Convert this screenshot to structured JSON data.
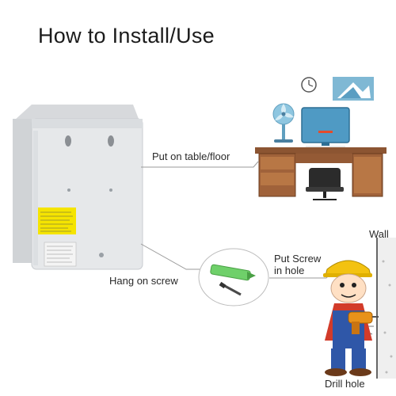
{
  "title": "How to Install/Use",
  "labels": {
    "table": "Put on table/floor",
    "hang": "Hang on screw",
    "screw_line1": "Put Screw",
    "screw_line2": "in hole",
    "wall": "Wall",
    "drill": "Drill hole"
  },
  "colors": {
    "box": "#e4e6e8",
    "warning_label": "#f5e400",
    "desk_top": "#a0623a",
    "wall_frame": "#7fb8d4",
    "anchor": "#6fd06a",
    "helmet": "#f3c210",
    "overalls": "#2f57a8",
    "shirt": "#d23b2a"
  },
  "icons": [
    "clock-icon",
    "wall-picture-icon",
    "fan-icon",
    "monitor-icon",
    "desk-icon",
    "office-chair-icon",
    "plastic-enclosure-box",
    "wall-anchor-icon",
    "screw-icon",
    "worker-icon",
    "drill-icon",
    "wall-icon"
  ]
}
